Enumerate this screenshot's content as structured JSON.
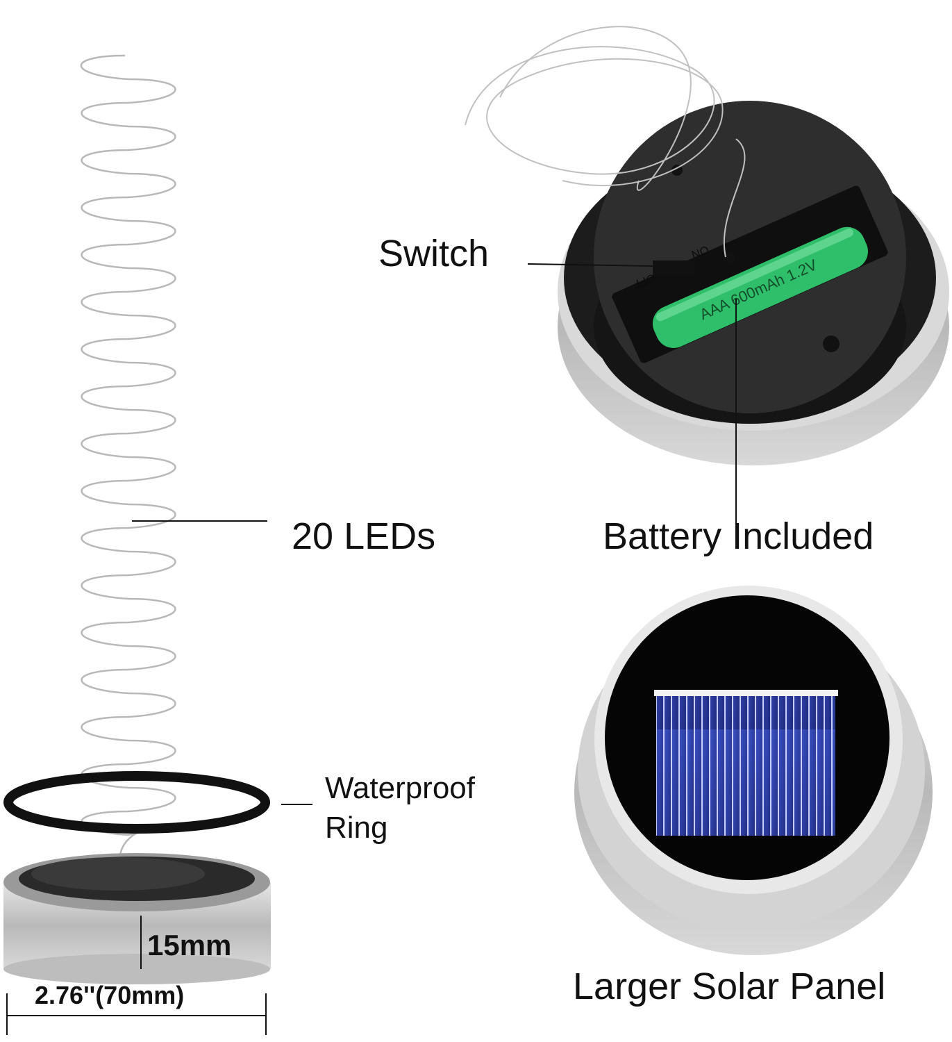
{
  "labels": {
    "switch": "Switch",
    "leds": "20 LEDs",
    "battery": "Battery Included",
    "ring_line1": "Waterproof",
    "ring_line2": "Ring",
    "height": "15mm",
    "diameter": "2.76''(70mm)",
    "solar": "Larger Solar Panel"
  },
  "battery_print": "AAA 600mAh 1.2V",
  "switch_marks": {
    "on": "ON",
    "off": "OFF"
  },
  "colors": {
    "battery_green": "#2fbf6a",
    "solar_blue": "#2b3a9c",
    "lid_silver": "#c9c9c9",
    "lid_black": "#2a2a2a"
  }
}
